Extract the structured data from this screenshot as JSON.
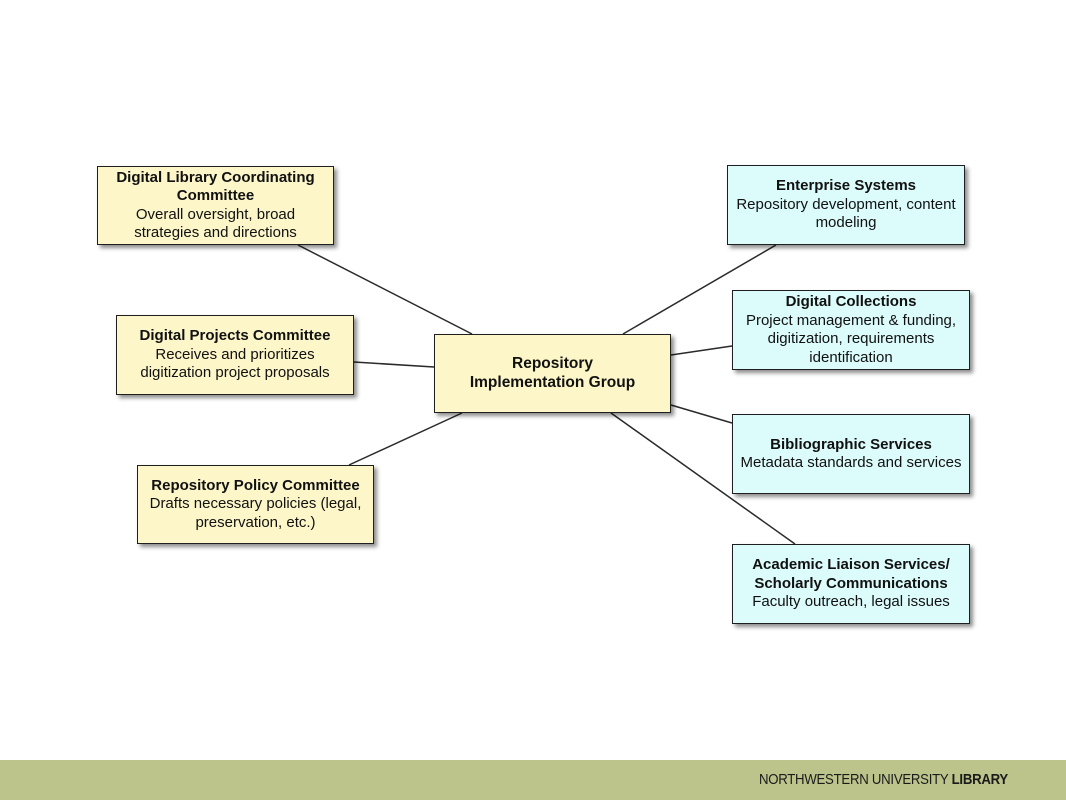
{
  "diagram": {
    "center": {
      "title": "Repository Implementation Group"
    },
    "left_nodes": [
      {
        "title": "Digital Library Coordinating Committee",
        "description": "Overall oversight, broad strategies and directions"
      },
      {
        "title": "Digital Projects Committee",
        "description": "Receives and prioritizes digitization project proposals"
      },
      {
        "title": "Repository Policy Committee",
        "description": "Drafts necessary policies (legal, preservation, etc.)"
      }
    ],
    "right_nodes": [
      {
        "title": "Enterprise Systems",
        "description": "Repository development, content modeling"
      },
      {
        "title": "Digital Collections",
        "description": "Project management & funding, digitization, requirements identification"
      },
      {
        "title": "Bibliographic Services",
        "description": "Metadata standards and services"
      },
      {
        "title": "Academic Liaison Services/ Scholarly Communications",
        "description": "Faculty outreach, legal issues"
      }
    ],
    "colors": {
      "left_and_center_fill": "#fcf6c9",
      "right_fill": "#dcfbfb",
      "footer_bar": "#bcc48c"
    }
  },
  "footer": {
    "logo_regular": "NORTHWESTERN UNIVERSITY ",
    "logo_bold": "LIBRARY"
  }
}
